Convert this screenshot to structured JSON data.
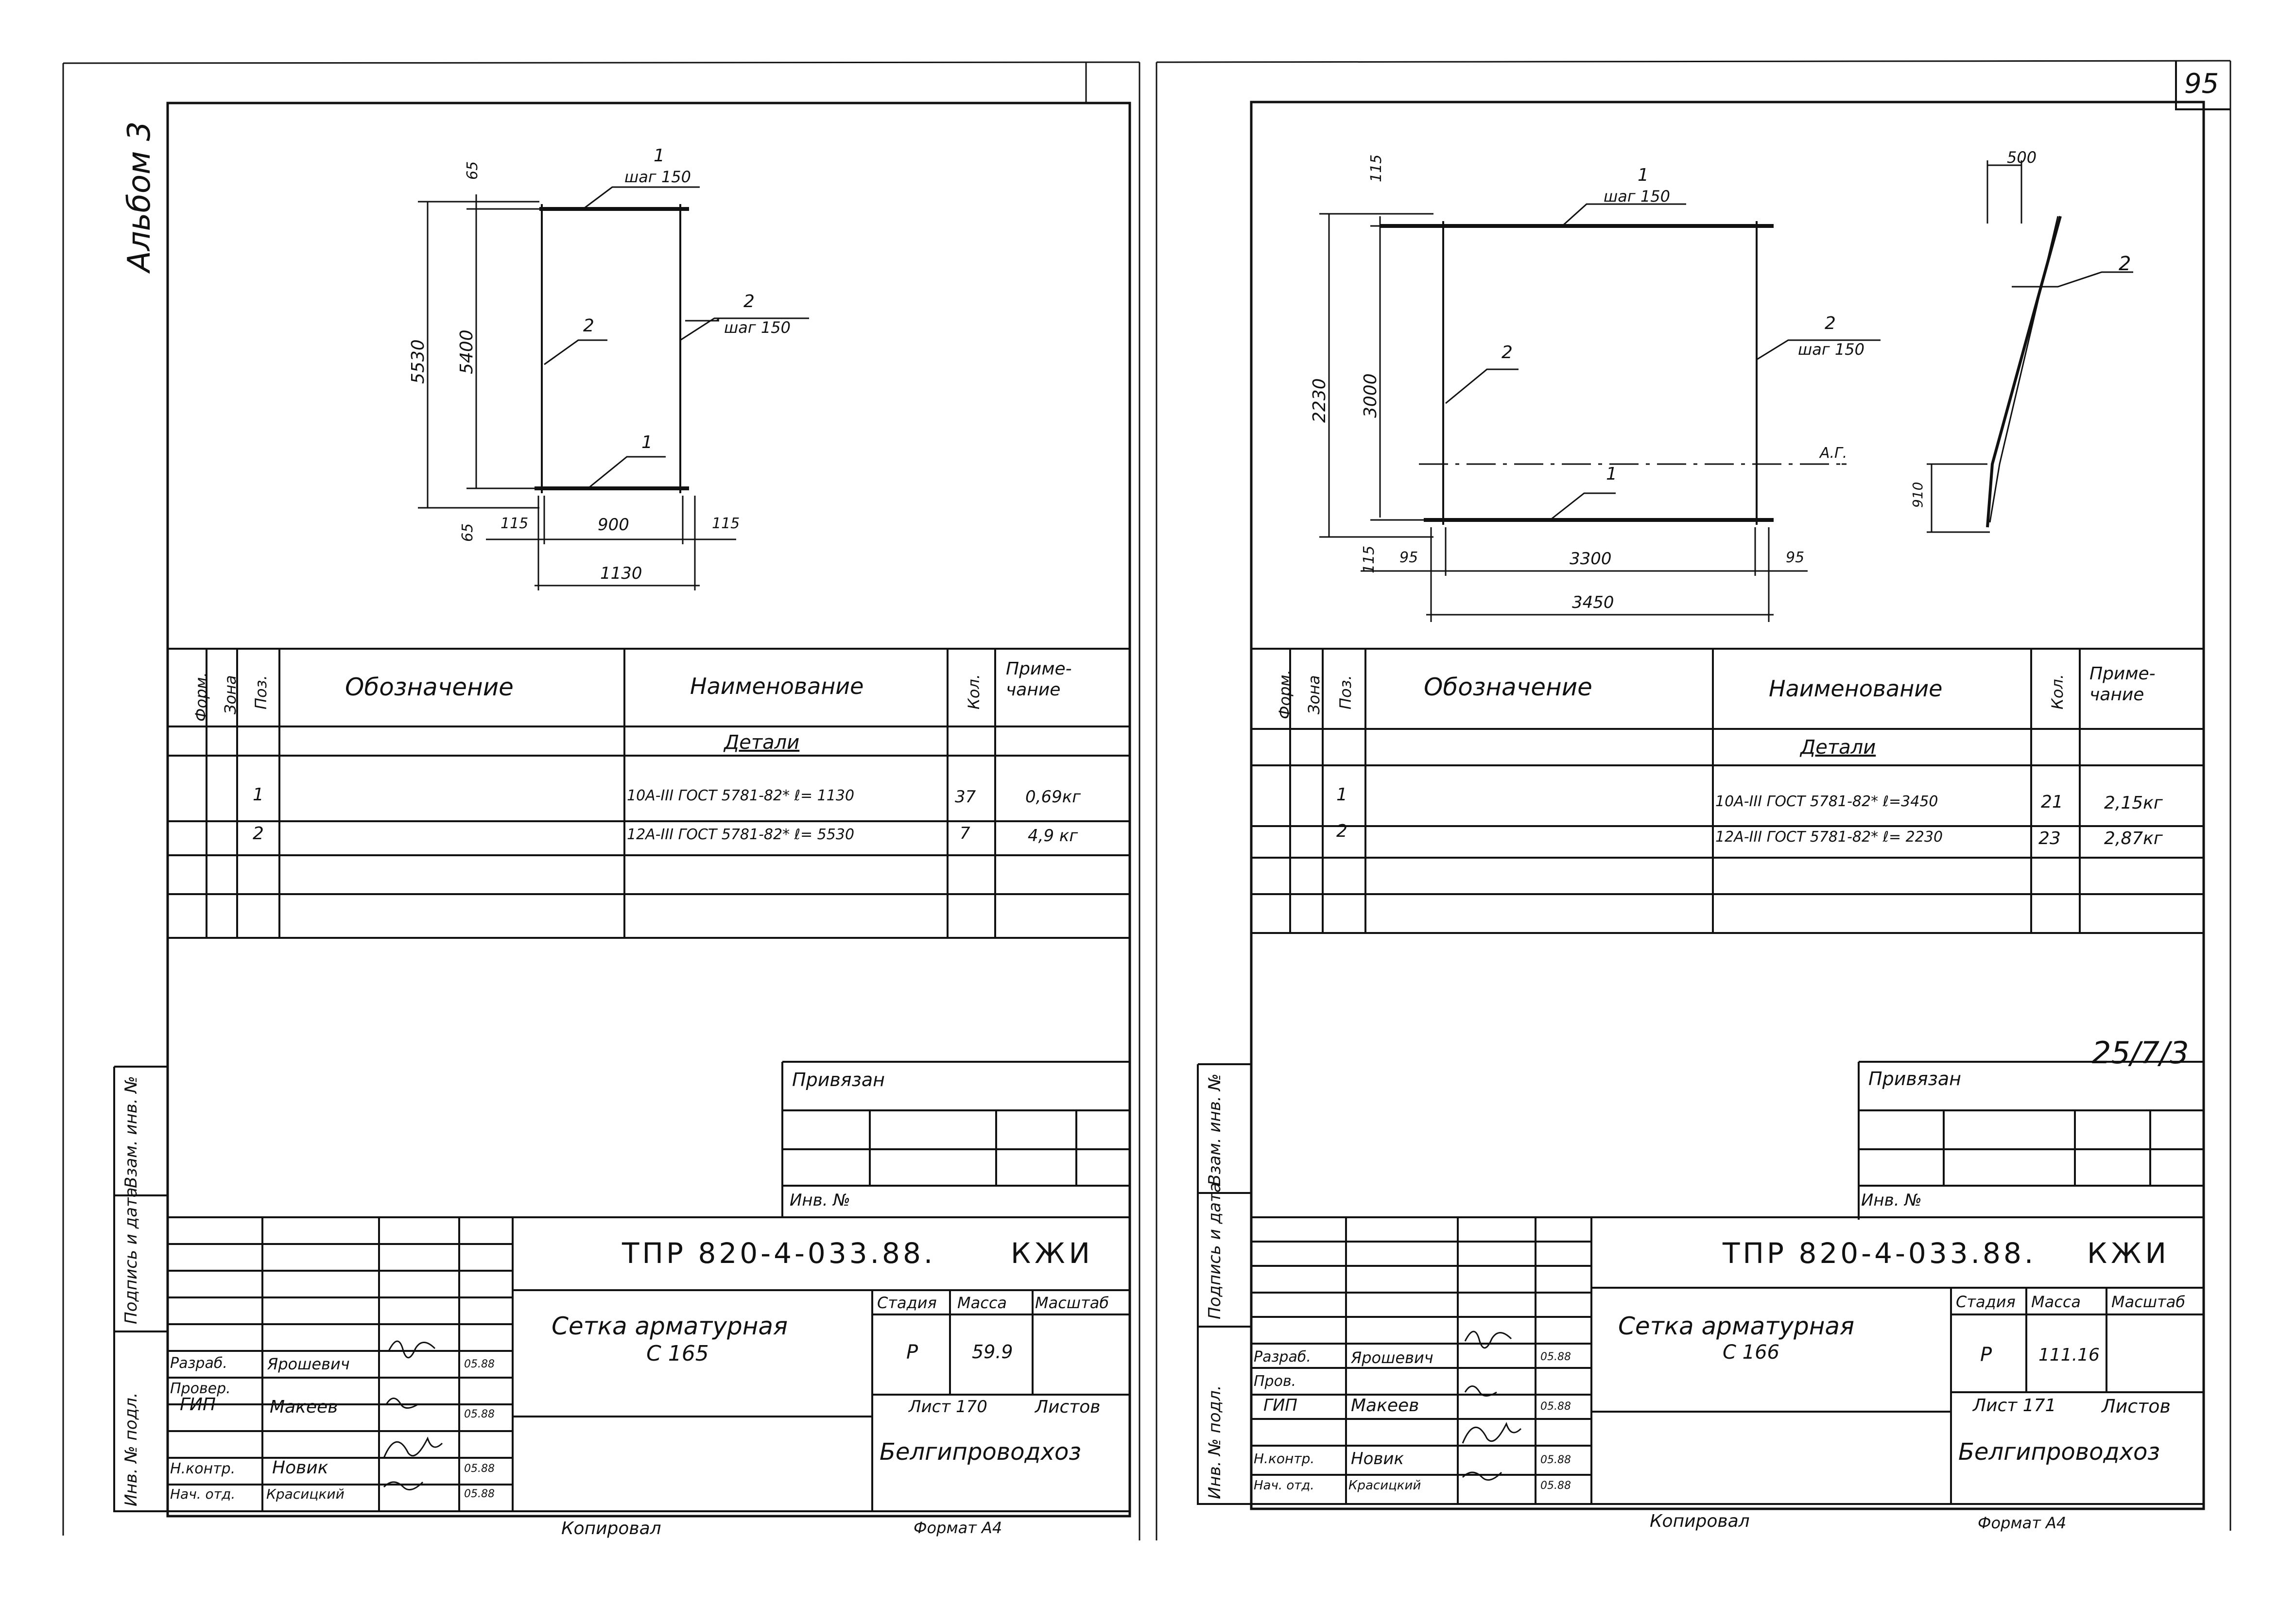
{
  "page_number": "95",
  "album": "Альбом 3",
  "left": {
    "dims": {
      "d65_top": "65",
      "d5530": "5530",
      "d5400": "5400",
      "d65_bot": "65",
      "d115_l": "115",
      "d900": "900",
      "d115_r": "115",
      "d1130": "1130"
    },
    "callouts": {
      "c1_top_num": "1",
      "c1_top_step": "шаг 150",
      "c2_right_num": "2",
      "c2_right_step": "шаг 150",
      "c2_mid": "2",
      "c1_bottom": "1"
    },
    "spec": {
      "headers": {
        "form": "Форм.",
        "zone": "Зона",
        "pos": "Поз.",
        "designation": "Обозначение",
        "name": "Наименование",
        "qty": "Кол.",
        "note": "Приме-\nчание"
      },
      "section": "Детали",
      "rows": [
        {
          "pos": "1",
          "name": "10А-III ГОСТ 5781-82* ℓ= 1130",
          "qty": "37",
          "note": "0,69кг"
        },
        {
          "pos": "2",
          "name": "12А-III ГОСТ 5781-82* ℓ= 5530",
          "qty": "7",
          "note": "4,9 кг"
        }
      ]
    },
    "privyazan": "Привязан",
    "inv": "Инв. №",
    "title": {
      "code": "ТПР 820-4-033.88.",
      "mark": "КЖИ",
      "name_line1": "Сетка арматурная",
      "name_line2": "С 165",
      "stage_h": "Стадия",
      "mass_h": "Масса",
      "scale_h": "Масштаб",
      "stage": "Р",
      "mass": "59.9",
      "sheet": "Лист 170",
      "sheets": "Листов",
      "org": "Белгипроводхоз"
    },
    "people": [
      {
        "role": "Разраб.",
        "name": "Ярошевич",
        "date": "05.88"
      },
      {
        "role": "Провер.",
        "name": "",
        "date": ""
      },
      {
        "role": "ГИП",
        "name": "Макеев",
        "date": "05.88"
      },
      {
        "role": "Н.контр.",
        "name": "Новик",
        "date": "05.88"
      },
      {
        "role": "Нач. отд.",
        "name": "Красицкий",
        "date": "05.88"
      }
    ],
    "margin_labels": [
      "Взам. инв. №",
      "Подпись и дата",
      "Инв. № подл."
    ],
    "copied": "Копировал",
    "format": "Формат А4"
  },
  "right": {
    "dims": {
      "d115_top": "115",
      "d2230": "2230",
      "d3000": "3000",
      "d115_bot": "115",
      "d95_l": "95",
      "d3300": "3300",
      "d95_r": "95",
      "d3450": "3450",
      "d500": "500",
      "d910": "910",
      "axis": "А.Г."
    },
    "callouts": {
      "c1_top_num": "1",
      "c1_top_step": "шаг 150",
      "c2_right_num": "2",
      "c2_right_step": "шаг 150",
      "c2_mid": "2",
      "c1_bottom": "1",
      "c2_side": "2"
    },
    "spec": {
      "headers": {
        "form": "Форм.",
        "zone": "Зона",
        "pos": "Поз.",
        "designation": "Обозначение",
        "name": "Наименование",
        "qty": "Кол.",
        "note": "Приме-\nчание"
      },
      "section": "Детали",
      "rows": [
        {
          "pos": "1",
          "name": "10А-III ГОСТ 5781-82* ℓ=3450",
          "qty": "21",
          "note": "2,15кг"
        },
        {
          "pos": "2",
          "name": "12А-III ГОСТ 5781-82* ℓ= 2230",
          "qty": "23",
          "note": "2,87кг"
        }
      ]
    },
    "stamp_code": "25/7/3",
    "privyazan": "Привязан",
    "inv": "Инв. №",
    "title": {
      "code": "ТПР 820-4-033.88.",
      "mark": "КЖИ",
      "name_line1": "Сетка арматурная",
      "name_line2": "С 166",
      "stage_h": "Стадия",
      "mass_h": "Масса",
      "scale_h": "Масштаб",
      "stage": "Р",
      "mass": "111.16",
      "sheet": "Лист 171",
      "sheets": "Листов",
      "org": "Белгипроводхоз"
    },
    "people": [
      {
        "role": "Разраб.",
        "name": "Ярошевич",
        "date": "05.88"
      },
      {
        "role": "Пров.",
        "name": "",
        "date": ""
      },
      {
        "role": "ГИП",
        "name": "Макеев",
        "date": "05.88"
      },
      {
        "role": "Н.контр.",
        "name": "Новик",
        "date": "05.88"
      },
      {
        "role": "Нач. отд.",
        "name": "Красицкий",
        "date": "05.88"
      }
    ],
    "margin_labels": [
      "Взам. инв. №",
      "Подпись и дата",
      "Инв. № подл."
    ],
    "copied": "Копировал",
    "format": "Формат А4"
  }
}
